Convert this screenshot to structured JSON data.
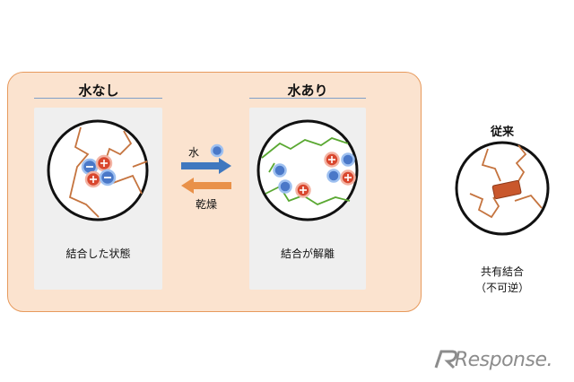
{
  "left_panel": {
    "without_water": {
      "heading": "水なし",
      "caption": "結合した状態"
    },
    "with_water": {
      "heading": "水あり",
      "caption": "結合が解離"
    },
    "arrow_forward_label": "水",
    "arrow_back_label": "乾燥"
  },
  "conventional": {
    "heading": "従来",
    "caption_line1": "共有結合",
    "caption_line2": "（不可逆）"
  },
  "watermark": {
    "text": "Response."
  },
  "colors": {
    "panel_fill": "#fbe3cf",
    "panel_border": "#e79a5d",
    "polymer_brown": "#c5743f",
    "polymer_green": "#5aa832",
    "anion_blue": "#4a78c8",
    "cation_red": "#d9472e",
    "water_arrow": "#3f78bf",
    "dry_arrow": "#e99149"
  }
}
